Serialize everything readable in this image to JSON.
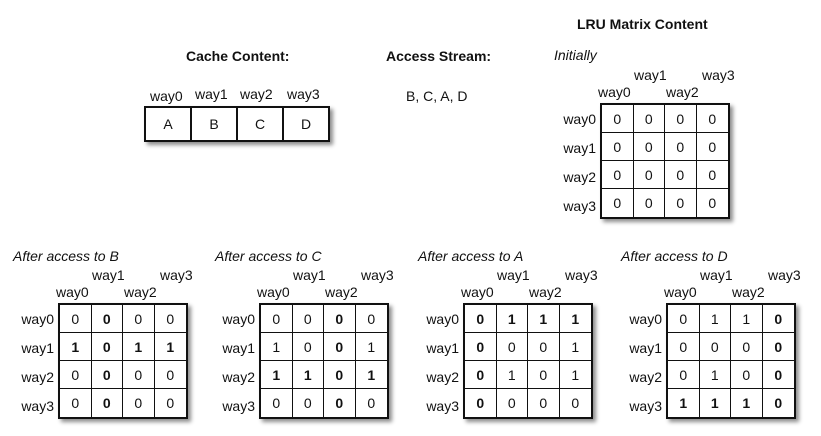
{
  "headings": {
    "lru_title": "LRU Matrix Content",
    "cache_title": "Cache Content:",
    "stream_title": "Access Stream:",
    "stream_value": "B, C, A, D"
  },
  "cache": {
    "ways": [
      "way0",
      "way1",
      "way2",
      "way3"
    ],
    "cells": [
      "A",
      "B",
      "C",
      "D"
    ]
  },
  "way_labels": [
    "way0",
    "way1",
    "way2",
    "way3"
  ],
  "matrices": [
    {
      "caption": "Initially",
      "values": [
        [
          0,
          0,
          0,
          0
        ],
        [
          0,
          0,
          0,
          0
        ],
        [
          0,
          0,
          0,
          0
        ],
        [
          0,
          0,
          0,
          0
        ]
      ],
      "bold": [
        [
          0,
          0,
          0,
          0
        ],
        [
          0,
          0,
          0,
          0
        ],
        [
          0,
          0,
          0,
          0
        ],
        [
          0,
          0,
          0,
          0
        ]
      ]
    },
    {
      "caption": "After access to B",
      "values": [
        [
          0,
          0,
          0,
          0
        ],
        [
          1,
          0,
          1,
          1
        ],
        [
          0,
          0,
          0,
          0
        ],
        [
          0,
          0,
          0,
          0
        ]
      ],
      "bold": [
        [
          0,
          1,
          0,
          0
        ],
        [
          1,
          1,
          1,
          1
        ],
        [
          0,
          1,
          0,
          0
        ],
        [
          0,
          1,
          0,
          0
        ]
      ]
    },
    {
      "caption": "After access to C",
      "values": [
        [
          0,
          0,
          0,
          0
        ],
        [
          1,
          0,
          0,
          1
        ],
        [
          1,
          1,
          0,
          1
        ],
        [
          0,
          0,
          0,
          0
        ]
      ],
      "bold": [
        [
          0,
          0,
          1,
          0
        ],
        [
          0,
          0,
          1,
          0
        ],
        [
          1,
          1,
          1,
          1
        ],
        [
          0,
          0,
          1,
          0
        ]
      ]
    },
    {
      "caption": "After access to A",
      "values": [
        [
          0,
          1,
          1,
          1
        ],
        [
          0,
          0,
          0,
          1
        ],
        [
          0,
          1,
          0,
          1
        ],
        [
          0,
          0,
          0,
          0
        ]
      ],
      "bold": [
        [
          1,
          1,
          1,
          1
        ],
        [
          1,
          0,
          0,
          0
        ],
        [
          1,
          0,
          0,
          0
        ],
        [
          1,
          0,
          0,
          0
        ]
      ]
    },
    {
      "caption": "After access to D",
      "values": [
        [
          0,
          1,
          1,
          0
        ],
        [
          0,
          0,
          0,
          0
        ],
        [
          0,
          1,
          0,
          0
        ],
        [
          1,
          1,
          1,
          0
        ]
      ],
      "bold": [
        [
          0,
          0,
          0,
          1
        ],
        [
          0,
          0,
          0,
          1
        ],
        [
          0,
          0,
          0,
          1
        ],
        [
          1,
          1,
          1,
          1
        ]
      ]
    }
  ]
}
